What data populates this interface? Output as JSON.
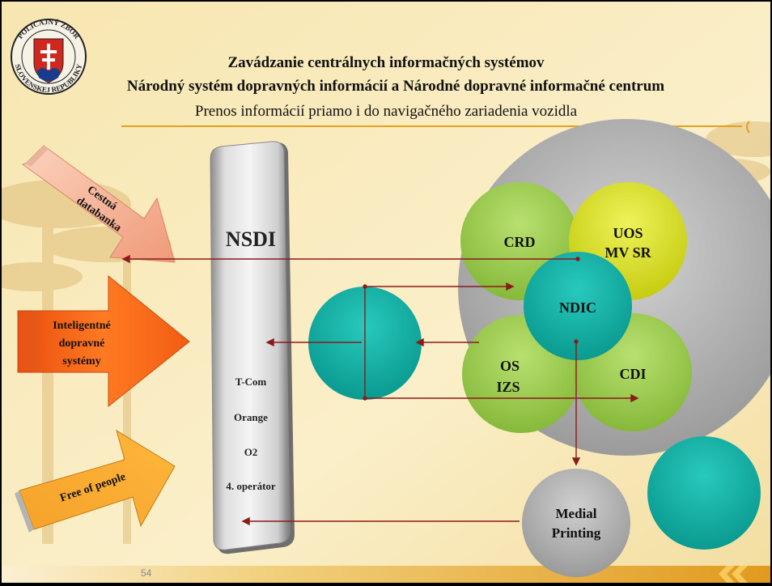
{
  "slide": {
    "title": "Zavádzanie centrálnych informačných systémov",
    "subtitle": "Národný systém dopravných informácií a Národné dopravné informačné centrum",
    "subtitle2": "Prenos informácií priamo i do navigačného zariadenia vozidla",
    "page_number": "54"
  },
  "emblem": {
    "text_top": "POLICAJNÝ ZBOR",
    "text_bottom": "SLOVENSKEJ REPUBLIKY"
  },
  "arrows": [
    {
      "label_line1": "Cestná",
      "label_line2": "databanka",
      "color": "#f4a98a"
    },
    {
      "label_line1": "Inteligentné",
      "label_line2": "dopravné",
      "label_line3": "systémy",
      "color": "#ff6a1a"
    },
    {
      "label_line1": "Free of people",
      "color": "#ff9c1a"
    }
  ],
  "nsdi": {
    "title": "NSDI",
    "operators": [
      "T-Com",
      "Orange",
      "O2",
      "4. operátor"
    ]
  },
  "circles": {
    "crd": "CRD",
    "uos_line1": "UOS",
    "uos_line2": "MV SR",
    "ndic": "NDIC",
    "os_line1": "OS",
    "os_line2": "IZS",
    "cdi": "CDI",
    "medial_line1": "Medial",
    "medial_line2": "Printing"
  },
  "colors": {
    "green": "#9acb4f",
    "yellow": "#d7de1e",
    "teal": "#0fb3a8",
    "gray_disc": "#b4b4b4",
    "connector": "#8b1a1a"
  }
}
